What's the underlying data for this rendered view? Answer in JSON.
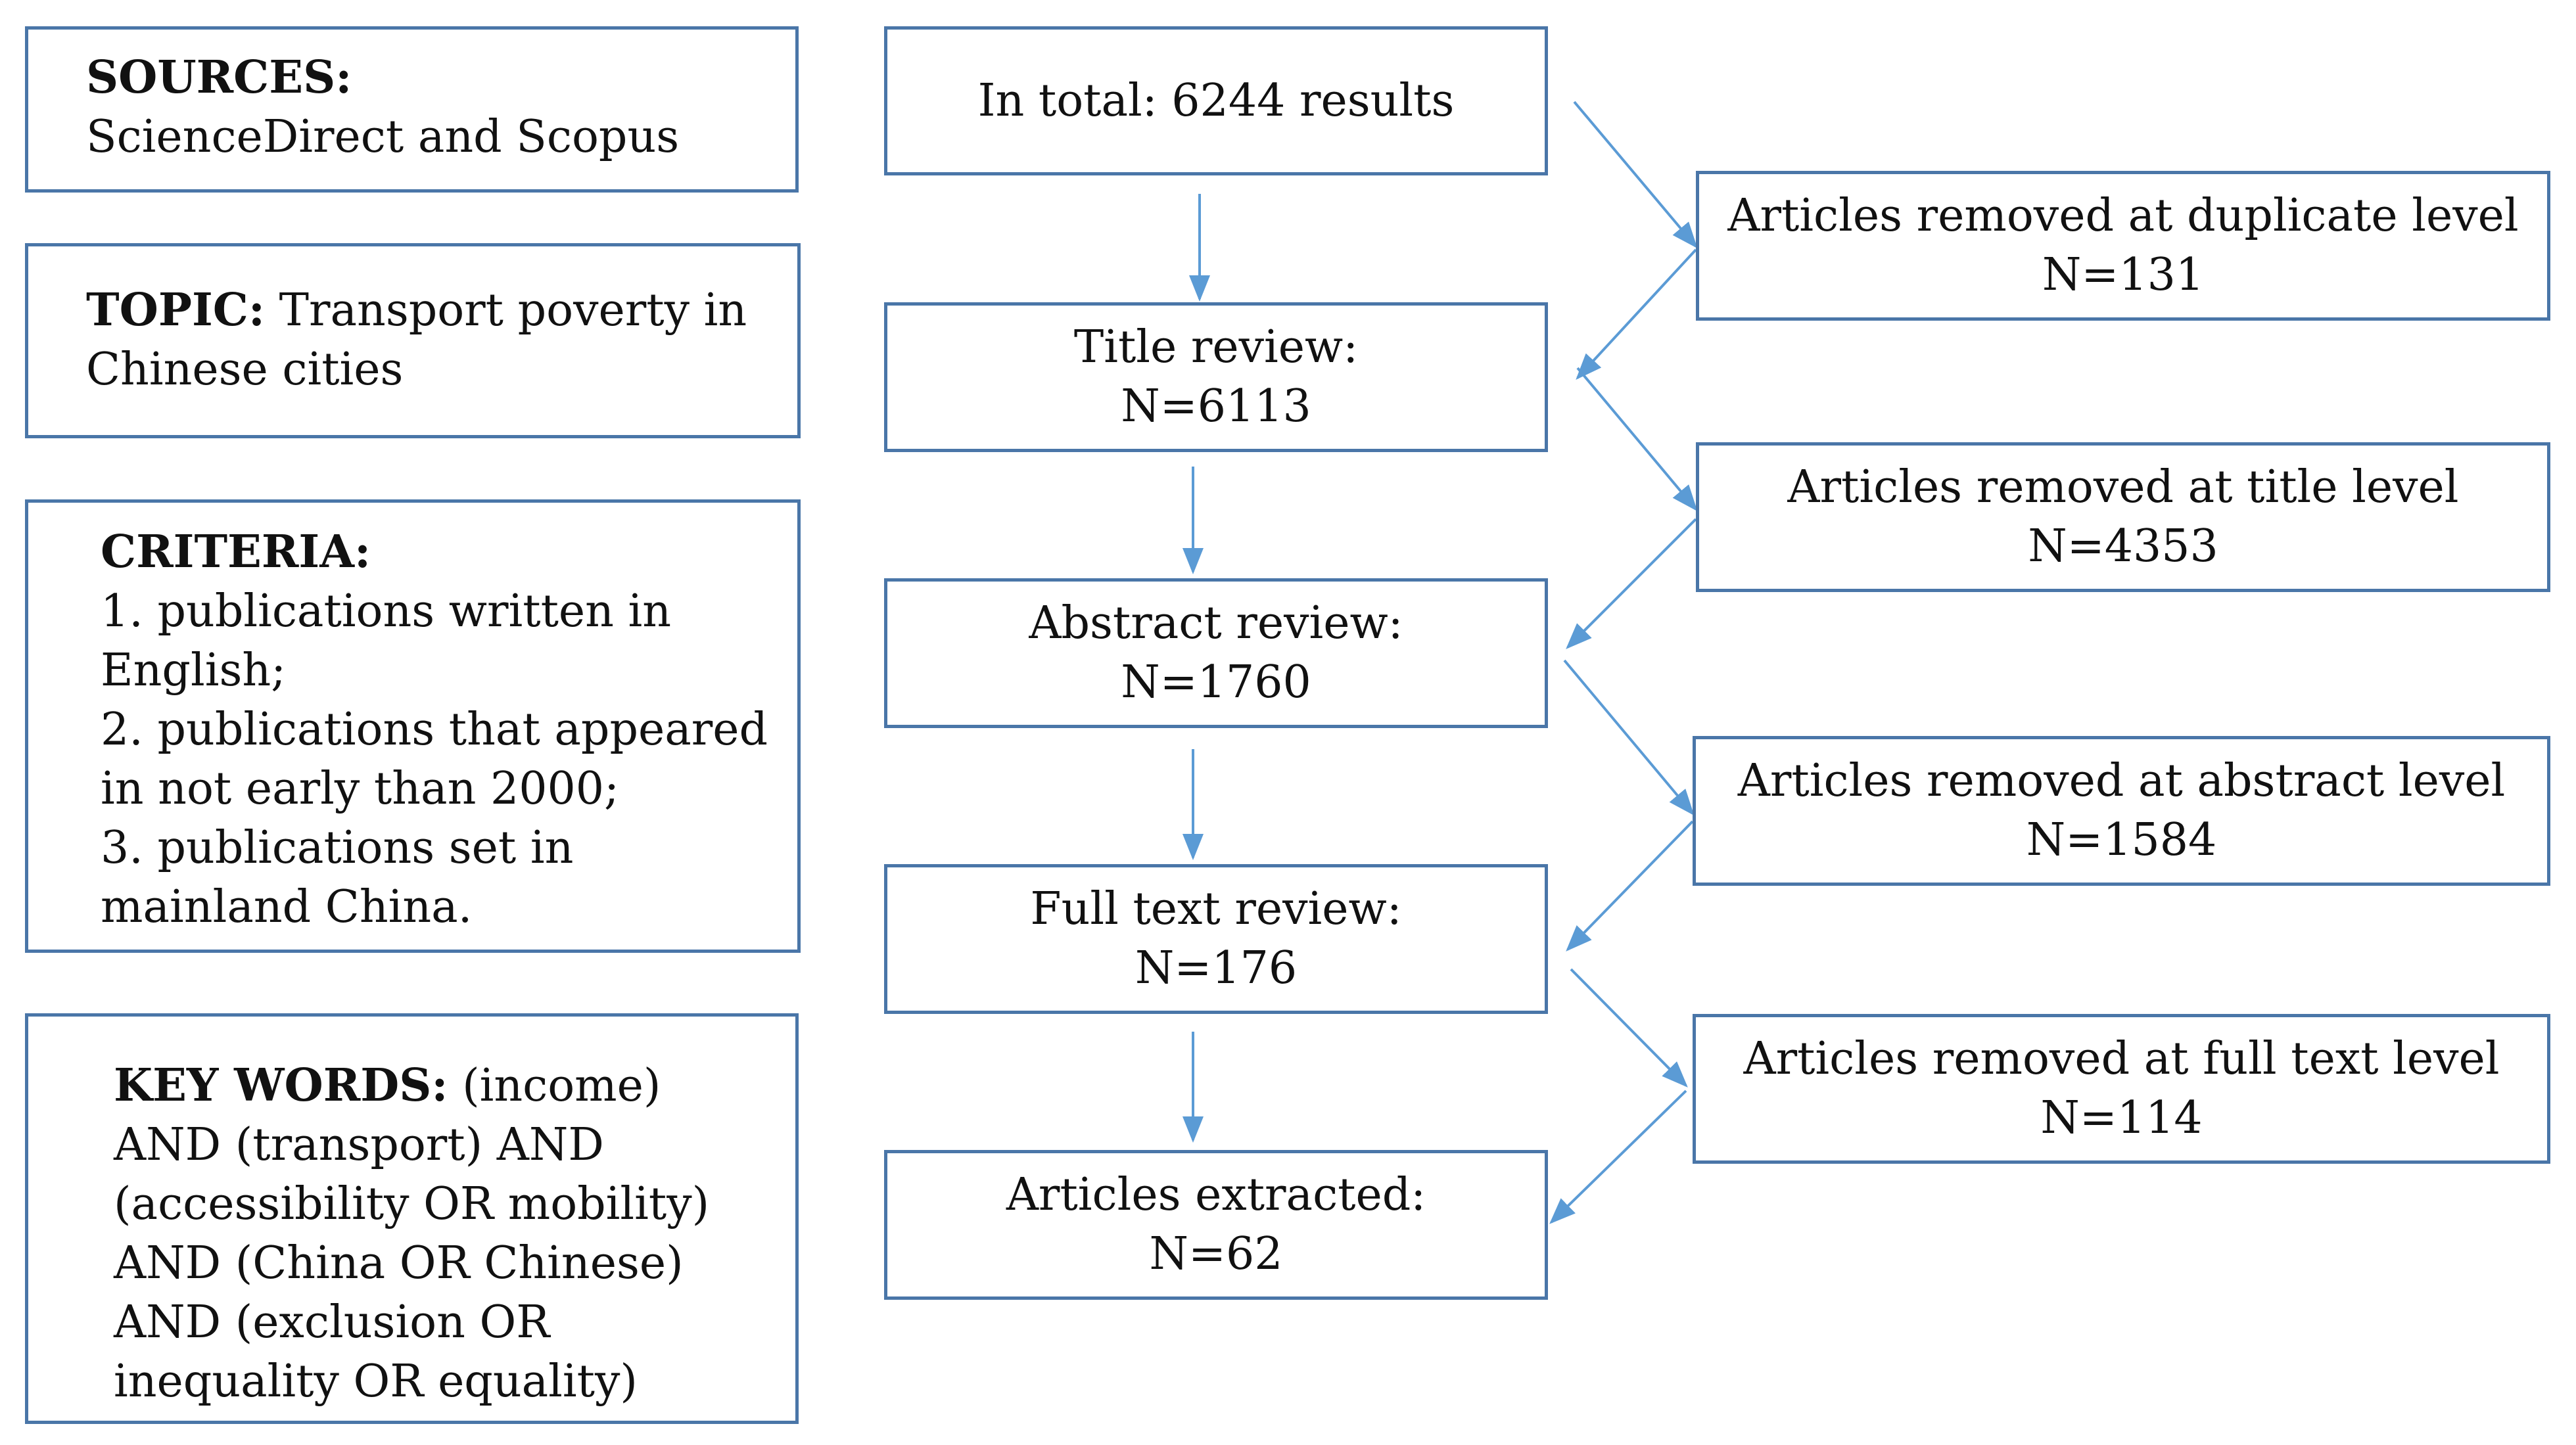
{
  "left_panels": {
    "sources": {
      "heading": "SOURCES:",
      "lines": [
        "ScienceDirect and Scopus"
      ]
    },
    "topic": {
      "heading": "TOPIC:",
      "text_first": " Transport poverty in",
      "lines": [
        "Chinese cities"
      ]
    },
    "criteria": {
      "heading": "CRITERIA:",
      "lines": [
        "1. publications written in",
        "English;",
        "2. publications that appeared",
        "in not early than 2000;",
        "3. publications set in",
        "mainland China."
      ]
    },
    "keywords": {
      "heading": "KEY WORDS:",
      "text_first": " (income)",
      "lines": [
        "AND (transport) AND",
        "(accessibility OR mobility)",
        "AND (China OR Chinese)",
        "AND (exclusion OR",
        "inequality OR equality)"
      ]
    }
  },
  "flow": {
    "total": {
      "line1": "In total: 6244 results"
    },
    "title_review": {
      "line1": "Title review:",
      "line2": "N=6113"
    },
    "abstract_review": {
      "line1": "Abstract review:",
      "line2": "N=1760"
    },
    "full_text_review": {
      "line1": "Full text review:",
      "line2": "N=176"
    },
    "extracted": {
      "line1": "Articles extracted:",
      "line2": "N=62"
    }
  },
  "removed": {
    "duplicate": {
      "line1": "Articles removed at duplicate level",
      "line2": "N=131"
    },
    "title": {
      "line1": "Articles removed at title level",
      "line2": "N=4353"
    },
    "abstract": {
      "line1": "Articles removed at abstract level",
      "line2": "N=1584"
    },
    "full_text": {
      "line1": "Articles removed at full text level",
      "line2": "N=114"
    }
  },
  "colors": {
    "box_border": "#4a76a8",
    "arrow": "#5b9bd5"
  }
}
